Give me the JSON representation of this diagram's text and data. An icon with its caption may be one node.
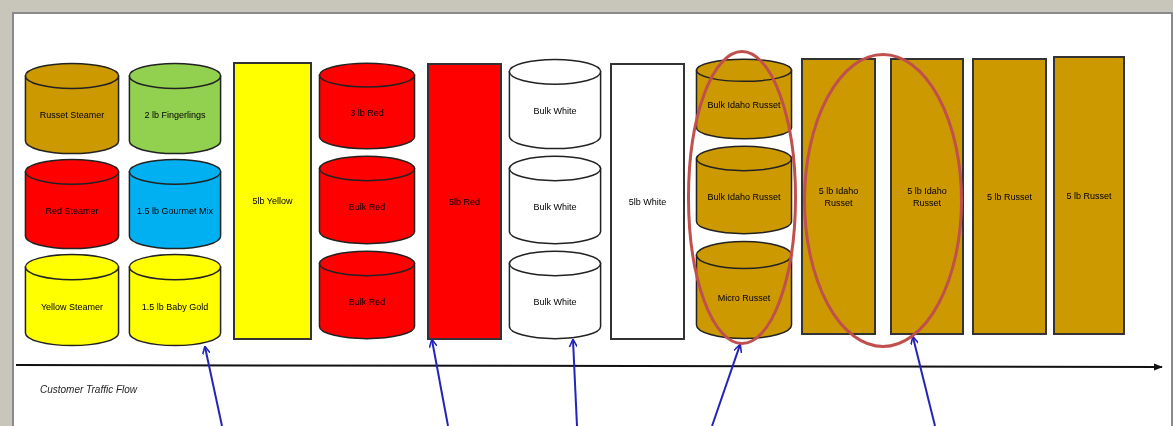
{
  "diagram": {
    "nodes": [
      {
        "text": [
          "Russet Steamer"
        ]
      },
      {
        "text": [
          "Red Steamer"
        ]
      },
      {
        "text": [
          "Yellow Steamer"
        ]
      },
      {
        "text": [
          "2 lb Fingerlings"
        ]
      },
      {
        "text": [
          "1.5 lb Gourmet Mix"
        ]
      },
      {
        "text": [
          "1.5 lb Baby Gold"
        ]
      },
      {
        "text": [
          "5lb Yellow"
        ]
      },
      {
        "text": [
          "3 lb Red"
        ]
      },
      {
        "text": [
          "Bulk Red"
        ]
      },
      {
        "text": [
          "Bulk Red"
        ]
      },
      {
        "text": [
          "5lb Red"
        ]
      },
      {
        "text": [
          "Bulk White"
        ]
      },
      {
        "text": [
          "Bulk White"
        ]
      },
      {
        "text": [
          "Bulk White"
        ]
      },
      {
        "text": [
          "5lb White"
        ]
      },
      {
        "text": [],
        "shape": "ellipse"
      },
      {
        "text": [
          "Bulk Idaho Russet"
        ],
        "in": 15
      },
      {
        "text": [
          "Bulk Idaho Russet"
        ],
        "in": 15
      },
      {
        "text": [
          "Micro Russet"
        ],
        "in": 15
      },
      {
        "text": [],
        "shape": "ellipse"
      },
      {
        "text": [
          "5 lb Idaho Russet"
        ],
        "in": 19
      },
      {
        "text": [
          "5 lb Idaho Russet"
        ],
        "in": 19
      },
      {
        "text": [
          "5 lb Russet"
        ]
      },
      {
        "text": [
          "5 lb Russet"
        ]
      }
    ],
    "edges": [
      {
        "from": null,
        "to": 5,
        "arrow": "to"
      },
      {
        "from": null,
        "to": 10,
        "arrow": "to"
      },
      {
        "from": null,
        "to": 13,
        "arrow": "to"
      },
      {
        "from": null,
        "to": 15,
        "arrow": "to"
      },
      {
        "from": null,
        "to": 19,
        "arrow": "to"
      }
    ],
    "labels": [
      "Customer Traffic Flow"
    ]
  }
}
